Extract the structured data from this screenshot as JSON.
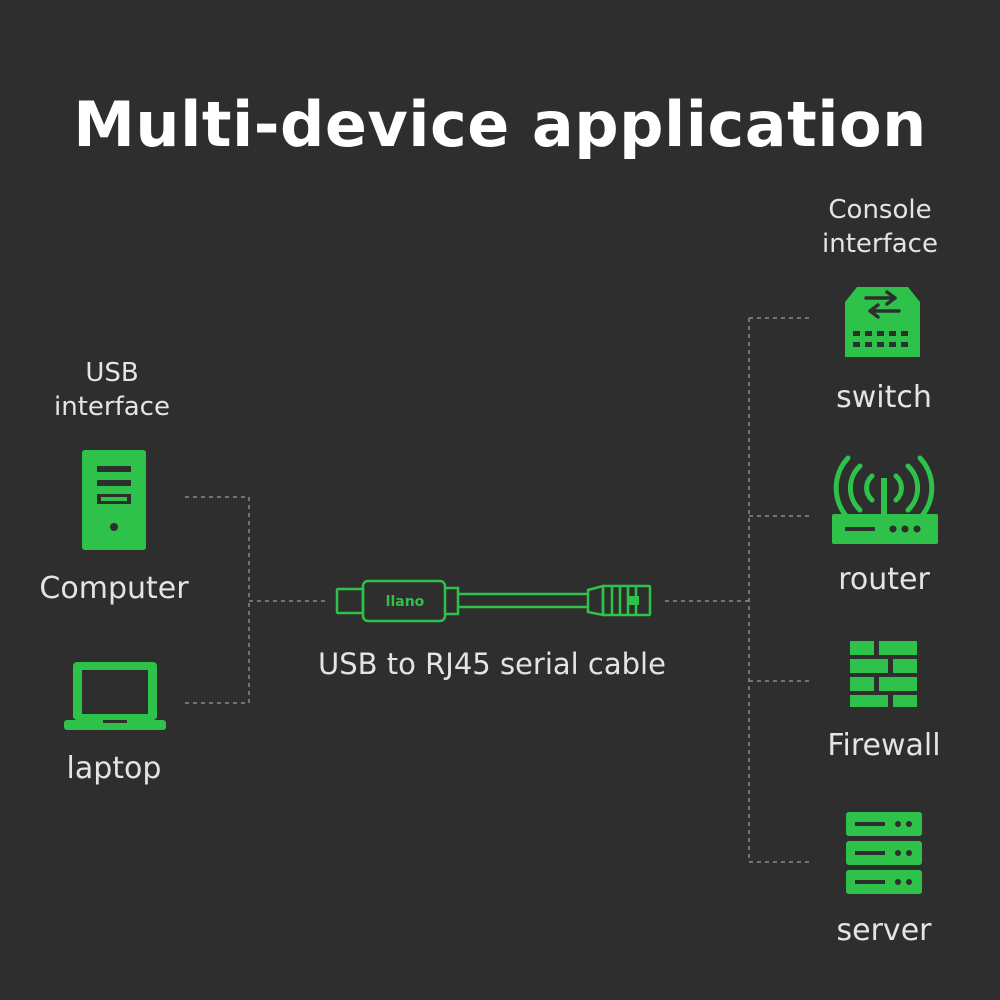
{
  "title": "Multi-device application",
  "left": {
    "header_line1": "USB",
    "header_line2": "interface",
    "devices": [
      "Computer",
      "laptop"
    ]
  },
  "center": {
    "brand": "llano",
    "cable_label": "USB to RJ45 serial cable"
  },
  "right": {
    "header_line1": "Console",
    "header_line2": "interface",
    "devices": [
      "switch",
      "router",
      "Firewall",
      "server"
    ]
  },
  "colors": {
    "background": "#2e2e2e",
    "accent_green": "#2ec24a",
    "text": "#e4e4e4",
    "title": "#ffffff"
  }
}
